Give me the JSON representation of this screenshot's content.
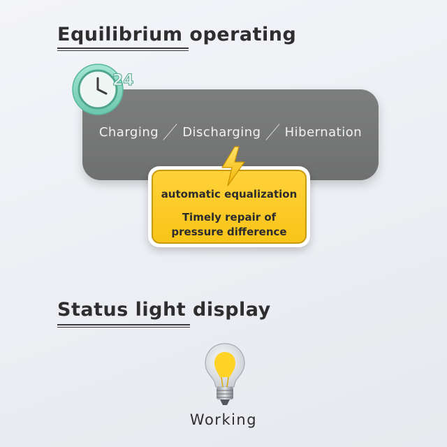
{
  "sections": {
    "equilibrium": {
      "title": "Equilibrium operating"
    },
    "status": {
      "title": "Status light display"
    }
  },
  "modes": [
    "Charging",
    "Discharging",
    "Hibernation"
  ],
  "clock_badge": {
    "number": "24",
    "icon": "clock-24h-icon"
  },
  "equalization": {
    "line1": "automatic equalization",
    "line2a": "Timely repair of",
    "line2b": "pressure difference",
    "icon": "lightning-bolt-icon"
  },
  "status_light": {
    "label": "Working",
    "icon": "light-bulb-icon"
  },
  "colors": {
    "panel": "#777878",
    "accent_yellow": "#fbc81f",
    "clock_green": "#8fd8c4"
  }
}
